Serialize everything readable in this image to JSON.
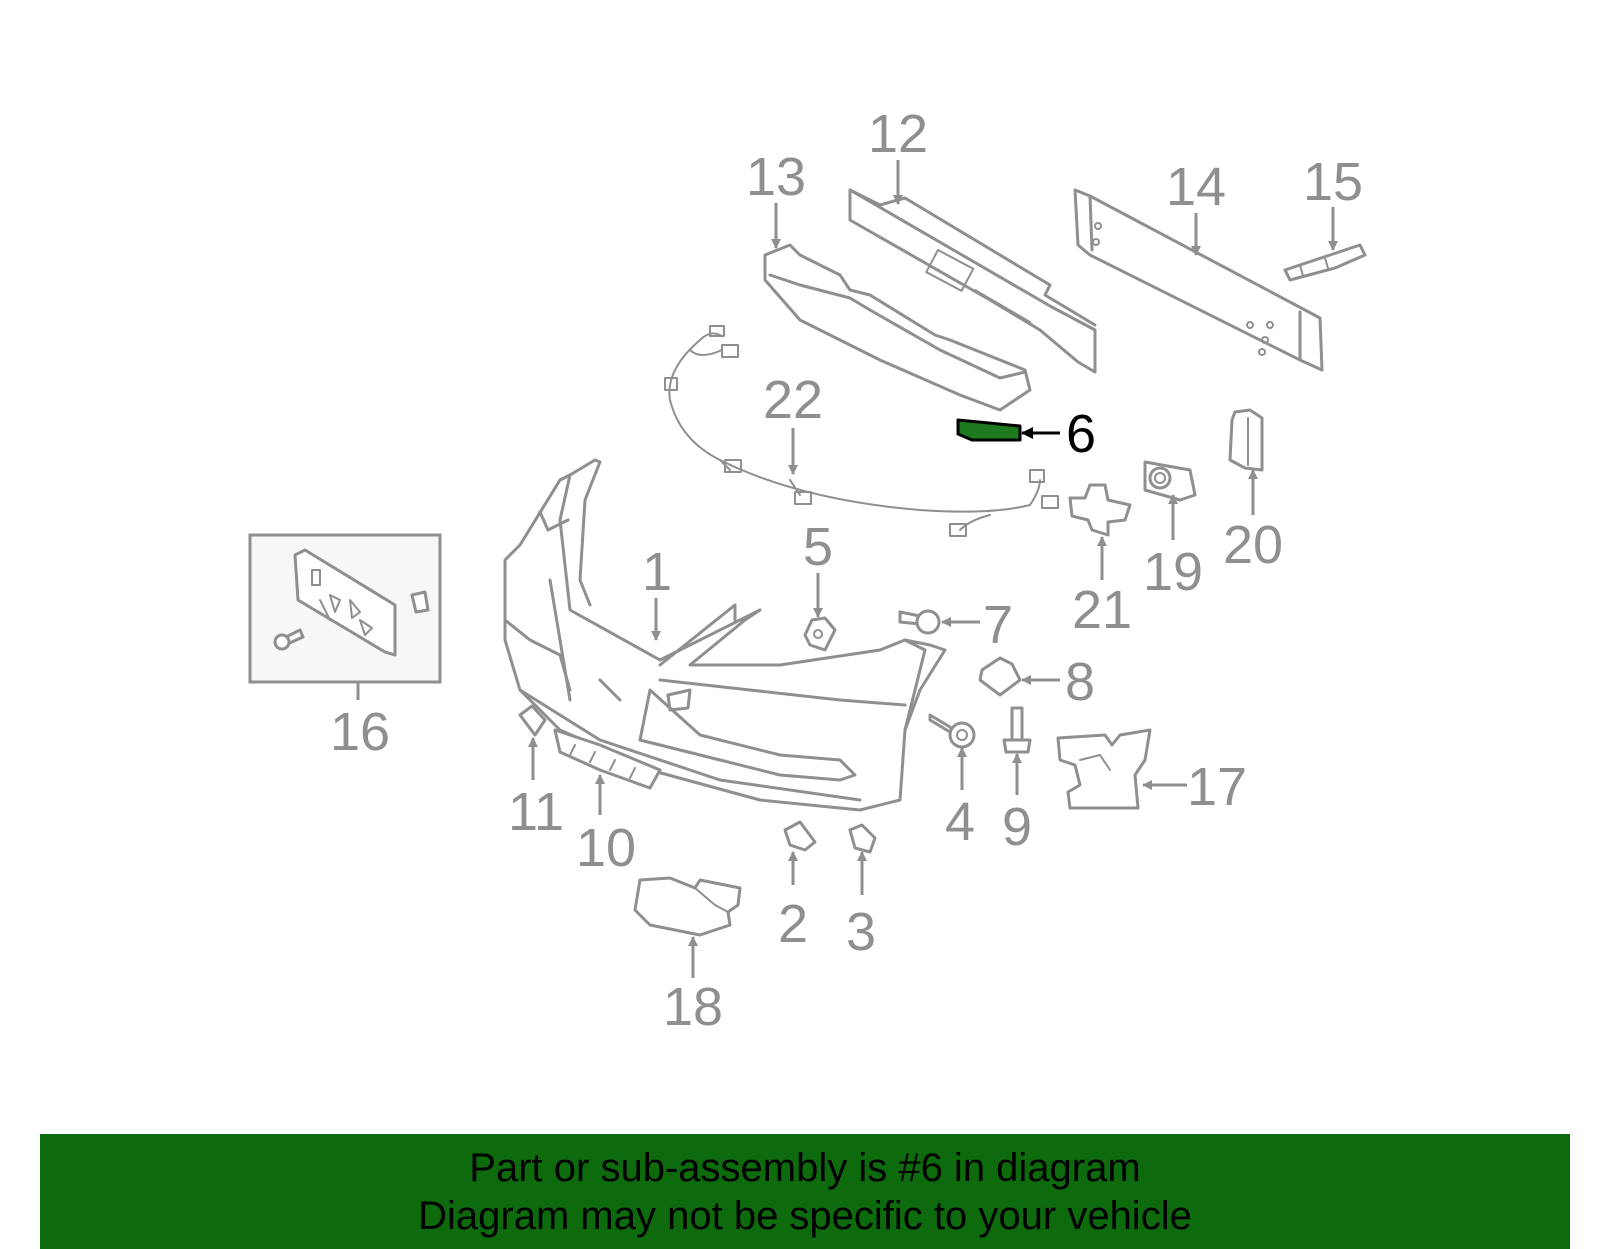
{
  "callouts": {
    "c1": "1",
    "c2": "2",
    "c3": "3",
    "c4": "4",
    "c5": "5",
    "c6": "6",
    "c7": "7",
    "c8": "8",
    "c9": "9",
    "c10": "10",
    "c11": "11",
    "c12": "12",
    "c13": "13",
    "c14": "14",
    "c15": "15",
    "c16": "16",
    "c17": "17",
    "c18": "18",
    "c19": "19",
    "c20": "20",
    "c21": "21",
    "c22": "22"
  },
  "highlighted_part": "6",
  "colors": {
    "line_gray": "#8f8f8f",
    "highlight_green": "#1e7a1e",
    "banner_green": "#0d6b0d",
    "inset_box": "#f7f7f7"
  },
  "banner": {
    "line1": "Part or sub-assembly is #6 in diagram",
    "line2": "Diagram may not be specific to your vehicle"
  }
}
